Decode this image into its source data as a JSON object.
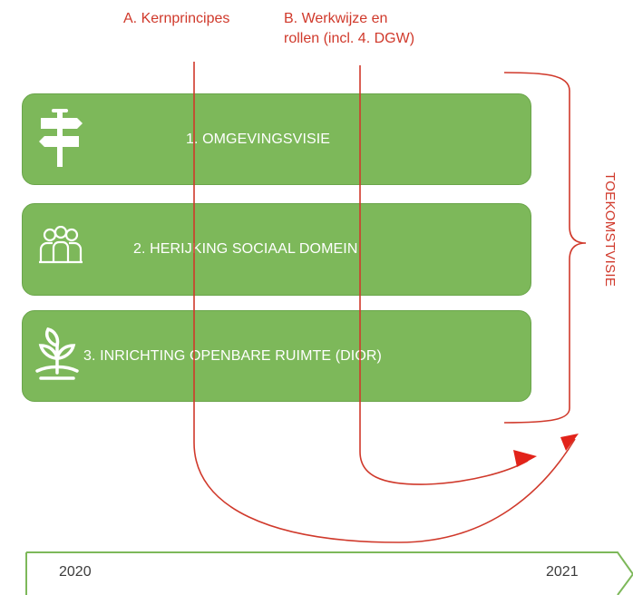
{
  "top_labels": {
    "a": "A. Kernprincipes",
    "b": "B. Werkwijze en\nrollen (incl. 4. DGW)"
  },
  "boxes": [
    {
      "label": "1. OMGEVINGSVISIE",
      "icon": "signpost-icon"
    },
    {
      "label": "2. HERIJKING SOCIAAL DOMEIN",
      "icon": "people-icon"
    },
    {
      "label": "3. INRICHTING OPENBARE RUIMTE (DIOR)",
      "icon": "plant-icon"
    }
  ],
  "vision_label": "TOEKOMSTVISIE",
  "timeline": {
    "start": "2020",
    "end": "2021"
  },
  "colors": {
    "box_fill": "#7db85a",
    "accent_red": "#d0392b",
    "timeline_green": "#7db85a"
  }
}
